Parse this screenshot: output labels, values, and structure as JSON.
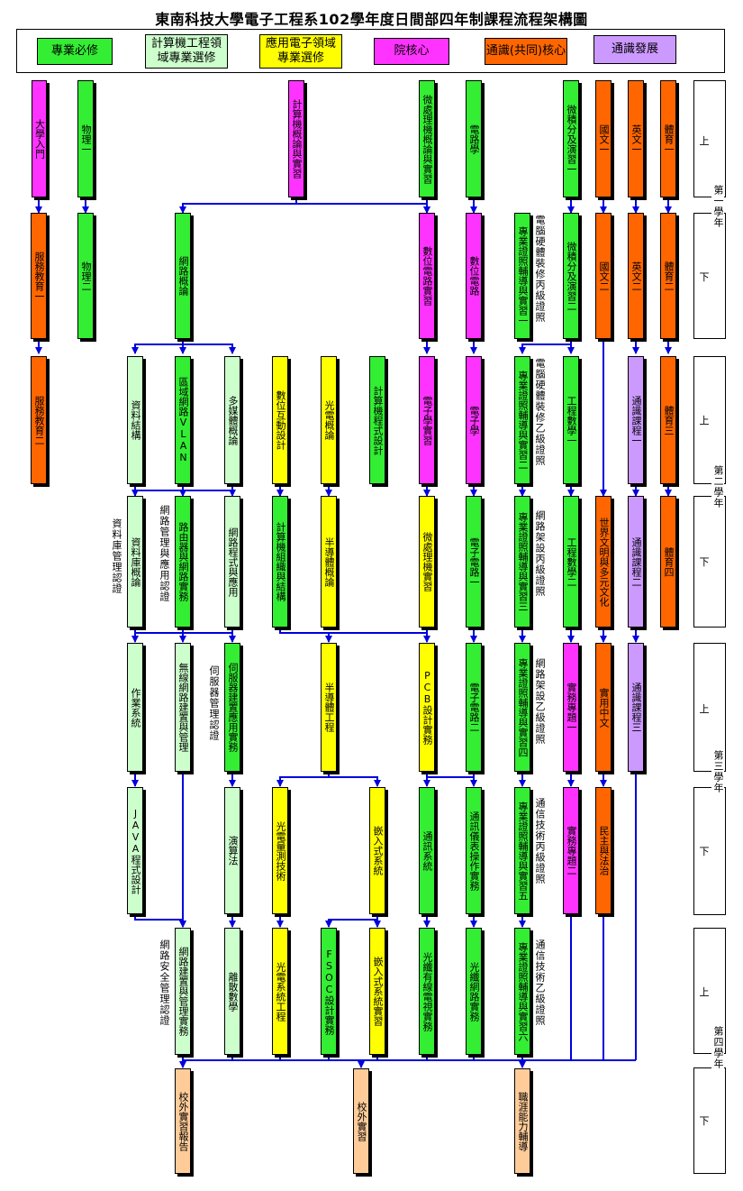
{
  "title": "東南科技大學電子工程系102學年度日間部四年制課程流程架構圖",
  "colors": {
    "professional_required": "#33ee33",
    "computer_elective": "#ccffcc",
    "applied_electronics_elective": "#ffff00",
    "college_core": "#ff33ff",
    "general_core": "#ff6600",
    "general_development": "#cc99ff",
    "off_campus": "#ffcc99"
  },
  "legend": [
    {
      "label": "專業必修",
      "color": "#33ee33"
    },
    {
      "label": "計算機工程領域專業選修",
      "color": "#ccffcc"
    },
    {
      "label": "應用電子領域專業選修",
      "color": "#ffff00"
    },
    {
      "label": "院核心",
      "color": "#ff33ff"
    },
    {
      "label": "通識(共同)核心",
      "color": "#ff6600"
    },
    {
      "label": "通識發展",
      "color": "#cc99ff"
    }
  ],
  "years": [
    "第一學年",
    "第二學年",
    "第三學年",
    "第四學年"
  ],
  "semesters": [
    "上",
    "下"
  ],
  "courses": {
    "c1": "大學入門",
    "c2": "物理一",
    "c3": "計算機概論與實習",
    "c4": "微處理機概論與實習",
    "c5": "電路學",
    "c6": "微積分及演習一",
    "c7": "國文一",
    "c8": "英文一",
    "c9": "體育一",
    "c10": "服務教育一",
    "c11": "物理二",
    "c12": "網路概論",
    "c13": "數位電路實習",
    "c14": "數位電路",
    "c15": "專業證照輔導與實習一",
    "c16": "微積分及演習二",
    "c17": "國文二",
    "c18": "英文二",
    "c19": "體育二",
    "c20": "服務教育二",
    "c21": "資料結構",
    "c22": "區域網路VLAN",
    "c23": "多媒體概論",
    "c24": "數位互動設計",
    "c25": "光電概論",
    "c26": "計算機程式設計",
    "c27": "電子學實習",
    "c28": "電子學",
    "c29": "專業證照輔導與實習二",
    "c30": "工程數學一",
    "c31": "通識課程一",
    "c32": "體育三",
    "c33": "資料庫概論",
    "c34": "路由器與網路實務",
    "c35": "網路程式與應用",
    "c36": "計算機組織與結構",
    "c37": "半導體概論",
    "c38": "微處理機實習",
    "c39": "電子電路一",
    "c40": "專業證照輔導與實習三",
    "c41": "工程數學二",
    "c42": "世界文明與多元文化",
    "c43": "通識課程二",
    "c44": "體育四",
    "c45": "作業系統",
    "c46": "無線網路建置與管理",
    "c47": "伺服器建置應用實務",
    "c48": "半導體工程",
    "c49": "PCB設計實務",
    "c50": "電子電路二",
    "c51": "專業證照輔導與實習四",
    "c52": "實務專題一",
    "c53": "實用中文",
    "c54": "通識課程三",
    "c55": "JAVA程式設計",
    "c56": "演算法",
    "c57": "光電量測技術",
    "c58": "嵌入式系統",
    "c59": "通訊系統",
    "c60": "通訊儀表操作實務",
    "c61": "專業證照輔導與實習五",
    "c62": "實務專題二",
    "c63": "民主與法治",
    "c64": "網路建置與管理實務",
    "c65": "離散數學",
    "c66": "光電系統工程",
    "c67": "FSOC設計實務",
    "c68": "嵌入式系統實習",
    "c69": "光纖有線電視實務",
    "c70": "光纖網路實務",
    "c71": "專業證照輔導與實習六",
    "c72": "校外實習報告",
    "c73": "校外實習",
    "c74": "職涯能力輔導"
  },
  "notes": {
    "n1": "電腦硬體裝修丙級證照",
    "n2": "電腦硬體裝修乙級證照",
    "n3": "資料庫管理認證",
    "n4": "網路管理與應用認證",
    "n5": "網路架設丙級證照",
    "n6": "伺服器管理認證",
    "n7": "網路架設乙級證照",
    "n8": "通信技術丙級證照",
    "n9": "網路安全管理認證",
    "n10": "通信技術乙級證照"
  }
}
